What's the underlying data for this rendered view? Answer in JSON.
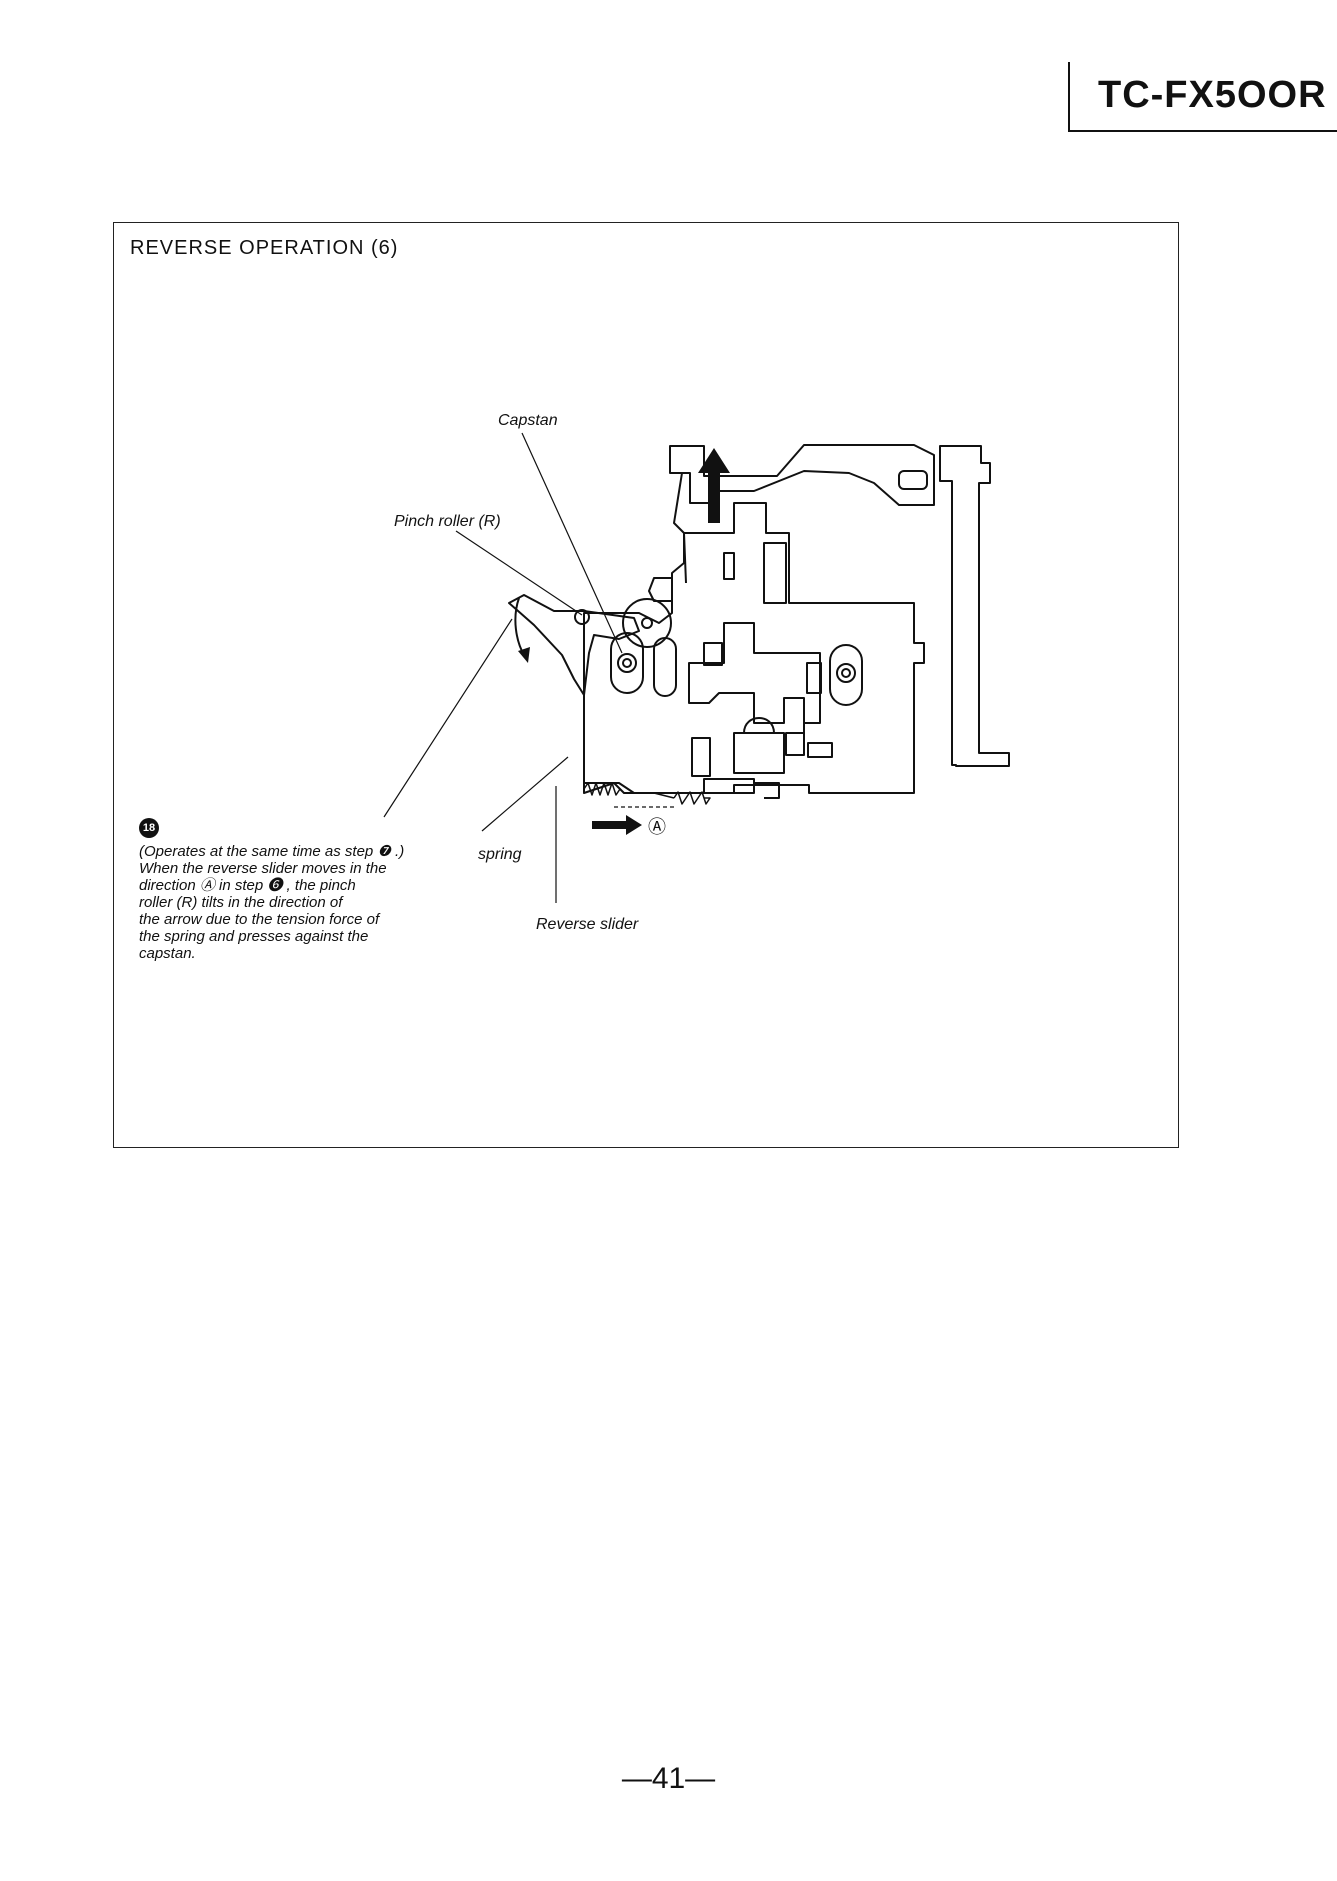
{
  "header": {
    "model": "TC-FX5OOR"
  },
  "section": {
    "title": "REVERSE  OPERATION  (6)"
  },
  "labels": {
    "capstan": "Capstan",
    "pinch_roller": "Pinch roller (R)",
    "spring": "spring",
    "reverse_slider": "Reverse slider",
    "direction_a": "Ⓐ"
  },
  "step": {
    "number": "18",
    "lines": [
      "(Operates at the same time as step ❼ .)",
      "When the reverse slider moves in the",
      "direction  Ⓐ  in step ❻ , the pinch",
      "roller (R) tilts in the direction of",
      "the arrow due to the tension force of",
      "the spring and presses against the",
      "capstan."
    ]
  },
  "footer": {
    "page": "—41—"
  }
}
